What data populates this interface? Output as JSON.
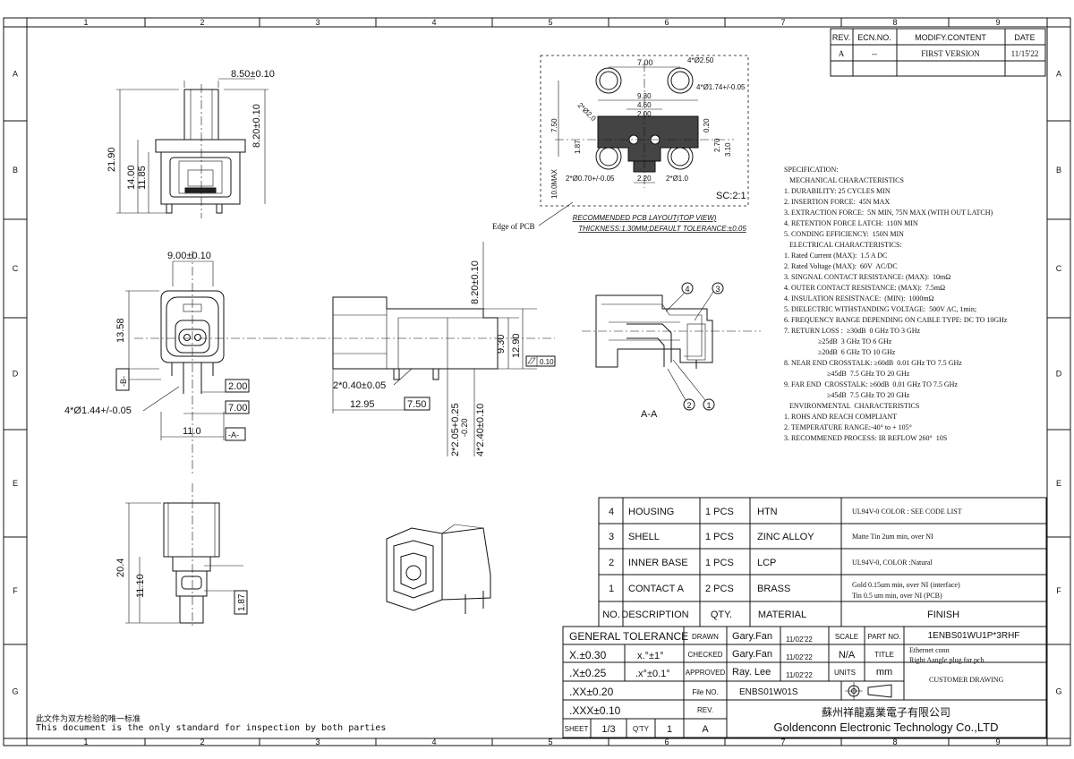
{
  "grid": {
    "cols": [
      "1",
      "2",
      "3",
      "4",
      "5",
      "6",
      "7",
      "8",
      "9"
    ],
    "rows": [
      "A",
      "B",
      "C",
      "D",
      "E",
      "F",
      "G"
    ]
  },
  "revision": {
    "headers": [
      "REV.",
      "ECN.NO.",
      "MODIFY.CONTENT",
      "DATE"
    ],
    "row": {
      "rev": "A",
      "ecn": "--",
      "content": "FIRST VERSION",
      "date": "11/15'22"
    }
  },
  "dims": {
    "d850": "8.50±0.10",
    "d820a": "8.20±0.10",
    "d2190": "21.90",
    "d1400": "14.00",
    "d1185": "11.85",
    "d900": "9.00±0.10",
    "d1358": "13.58",
    "dB": "-B-",
    "d200": "2.00",
    "d700a": "7.00",
    "d1144": "4*Ø1.44+/-0.05",
    "d110": "11.0",
    "dA": "-A-",
    "d820b": "8.20±0.10",
    "d930": "9.30",
    "d1290": "12.90",
    "flat": "0.10",
    "d040": "2*0.40±0.05",
    "d1295": "12.95",
    "d750": "7.50",
    "d205": "2*2.05+0.25",
    "d205b": "-0.20",
    "d240": "4*2.40±0.10",
    "d204": "20.4",
    "d1110": "11.10",
    "d187": "1.87"
  },
  "pcb": {
    "d700": "7.00",
    "d250": "4*Ø2.50",
    "d174": "4*Ø1.74+/-0.05",
    "d930": "9.30",
    "d460": "4.60",
    "d200": "2.00",
    "d20": "2*Ø2.0",
    "d750": "7.50",
    "d187": "1.87",
    "d020": "0.20",
    "d270": "2.70",
    "d310": "3.10",
    "d070": "2*Ø0.70+/-0.05",
    "d220": "2.20",
    "d10": "2*Ø1.0",
    "d10max": "10.0MAX",
    "scale": "SC:2:1",
    "edge": "Edge of PCB",
    "caption1": "RECOMMENDED PCB LAYOUT(TOP VIEW)",
    "caption2": "THICKNESS:1.30MM;DEFAULT TOLERANCE:±0.05"
  },
  "section": {
    "label": "A-A",
    "c1": "1",
    "c2": "2",
    "c3": "3",
    "c4": "4"
  },
  "spec": [
    "SPECIFICATION:",
    "   MECHANICAL CHARACTERISTICS",
    "1. DURABILITY: 25 CYCLES MIN",
    "2. INSERTION FORCE:  45N MAX",
    "3. EXTRACTION FORCE:  5N MIN, 75N MAX (WITH OUT LATCH)",
    "4. RETENTION FORCE LATCH:  110N MIN",
    "5. CONDING EFFICIENCY:  150N MIN",
    "   ELECTRICAL CHARACTERISTICS:",
    "1. Rated Current (MAX):  1.5 A DC",
    "2. Rated Voltage (MAX):  60V  AC/DC",
    "3. SINGNAL CONTACT RESISTANCE: (MAX):  10mΩ",
    "4. OUTER CONTACT RESISTANCE: (MAX):  7.5mΩ",
    "4. INSULATION RESISTNACE:  (MIN):  1000mΩ",
    "5. DIELECTRIC WITHSTANDING VOLTAGE:  500V AC, 1min;",
    "6. FREQUENCY RANGE DEPENDING ON CABLE TYPE: DC TO 10GHz",
    "7. RETURN LOSS :  ≥30dB  0 GHz TO 3 GHz",
    "                   ≥25dB  3 GHz TO 6 GHz",
    "                   ≥20dB  6 GHz TO 10 GHz",
    "8. NEAR END CROSSTALK: ≥60dB  0.01 GHz TO 7.5 GHz",
    "                        ≥45dB  7.5 GHz TO 20 GHz",
    "9. FAR END  CROSSTALK: ≥60dB  0.01 GHz TO 7.5 GHz",
    "                        ≥45dB  7.5 GHz TO 20 GHz",
    "   ENVIRONMENTAL  CHARACTERISTICS",
    "1. ROHS AND REACH COMPLIANT",
    "2. TEMPERATURE RANGE:-40° to + 105°",
    "3. RECOMMENED PROCESS: IR REFLOW 260°  10S"
  ],
  "bom": {
    "rows": [
      {
        "no": "4",
        "desc": "HOUSING",
        "qty": "1 PCS",
        "mat": "HTN",
        "finish": "UL94V-0  COLOR : SEE CODE LIST",
        "finish2": ""
      },
      {
        "no": "3",
        "desc": "SHELL",
        "qty": "1 PCS",
        "mat": "ZINC ALLOY",
        "finish": "Matte Tin 2um min, over NI",
        "finish2": ""
      },
      {
        "no": "2",
        "desc": "INNER BASE",
        "qty": "1 PCS",
        "mat": "LCP",
        "finish": "UL94V-0, COLOR :Natural",
        "finish2": ""
      },
      {
        "no": "1",
        "desc": "CONTACT A",
        "qty": "2 PCS",
        "mat": "BRASS",
        "finish": "Gold 0.15um min, over NI (interface)",
        "finish2": "Tin  0.5 um min, over NI (PCB)"
      }
    ],
    "header": {
      "no": "NO.",
      "desc": "DESCRIPTION",
      "qty": "QTY.",
      "mat": "MATERIAL",
      "finish": "FINISH"
    }
  },
  "title_block": {
    "gt": "GENERAL TOLERANCE",
    "tol": [
      {
        "a": "X.±0.30",
        "b": "x.°±1°"
      },
      {
        "a": ".X±0.25",
        "b": ".x°±0.1°"
      },
      {
        "a": ".XX±0.20",
        "b": ""
      },
      {
        "a": ".XXX±0.10",
        "b": ""
      }
    ],
    "drawn_l": "DRAWN",
    "drawn": "Gary.Fan",
    "drawn_d": "11/02'22",
    "checked_l": "CHECKED",
    "checked": "Gary.Fan",
    "checked_d": "11/02'22",
    "approved_l": "APPROVED",
    "approved": "Ray. Lee",
    "approved_d": "11/02'22",
    "file_l": "File NO.",
    "file": "ENBS01W01S",
    "scale_l": "SCALE",
    "scale": "N/A",
    "units_l": "UNITS",
    "units": "mm",
    "part_l": "PART NO.",
    "part": "1ENBS01WU1P*3RHF",
    "title_l": "TITLE",
    "title1": "Ethernet conn",
    "title2": "Right Aangle plug for pcb",
    "customer": "CUSTOMER  DRAWING",
    "rev_l": "REV.",
    "rev": "A",
    "sheet_l": "SHEET",
    "sheet": "1/3",
    "qty_l": "Q'TY",
    "qty": "1",
    "rev2": "A",
    "company_cn": "蘇州祥龍嘉業電子有限公司",
    "company_en": "Goldenconn Electronic Technology Co.,LTD"
  },
  "footer": {
    "cn": "此文件为双方检验的唯一标准",
    "en": "This document is the only standard for inspection by both parties"
  }
}
